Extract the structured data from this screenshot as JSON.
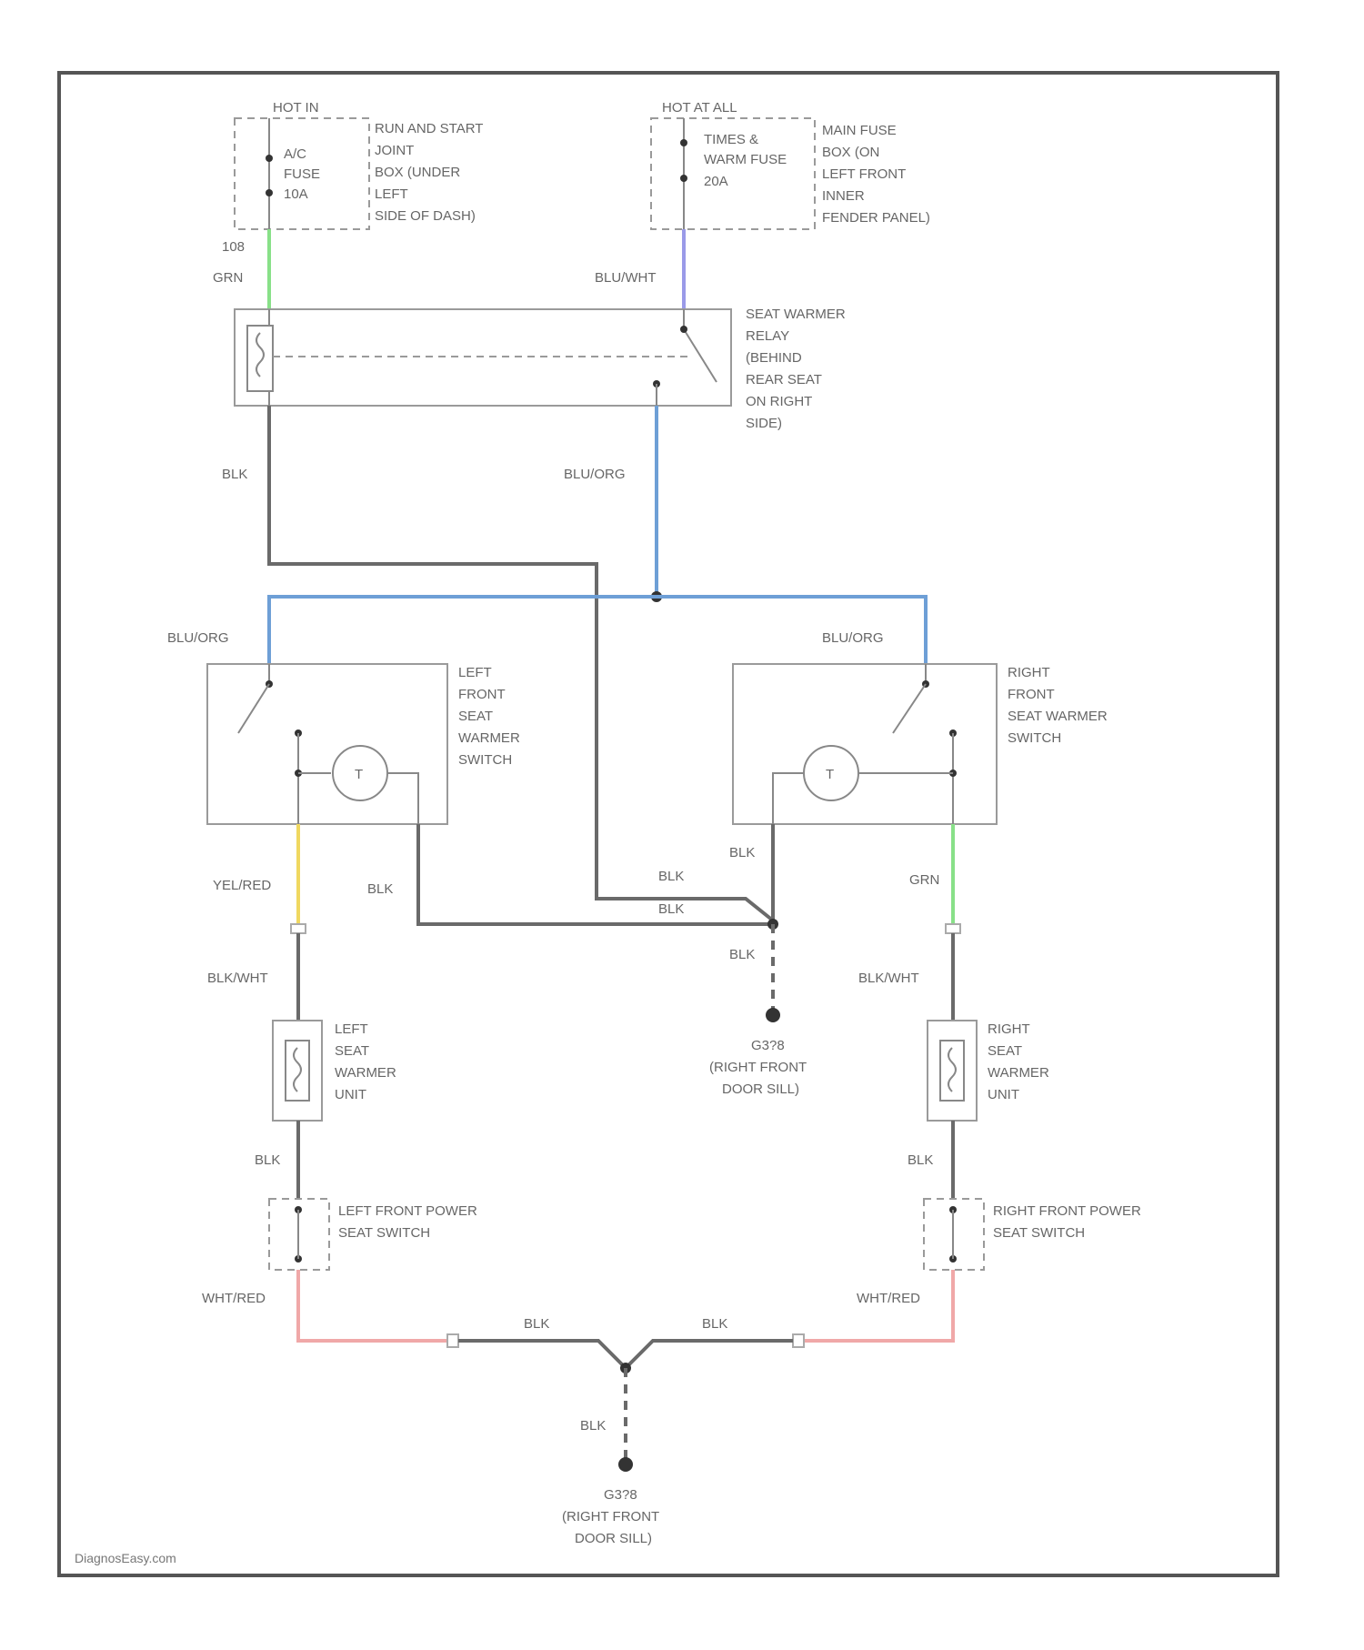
{
  "power_sources": {
    "hot_in": {
      "label": "HOT IN",
      "fuse": [
        "A/C",
        "FUSE",
        "10A"
      ],
      "location": [
        "RUN AND START",
        "JOINT",
        "BOX (UNDER",
        "LEFT",
        "SIDE OF DASH)"
      ],
      "pin": "108"
    },
    "hot_at_all": {
      "label": "HOT AT ALL",
      "fuse": [
        "TIMES &",
        "WARM FUSE",
        "20A"
      ],
      "location": [
        "MAIN FUSE",
        "BOX (ON",
        "LEFT FRONT",
        "INNER",
        "FENDER PANEL)"
      ]
    }
  },
  "relay": {
    "label": [
      "SEAT WARMER",
      "RELAY",
      "(BEHIND",
      "REAR SEAT",
      "ON RIGHT",
      "SIDE)"
    ]
  },
  "switches": {
    "left": [
      "LEFT",
      "FRONT",
      "SEAT",
      "WARMER",
      "SWITCH"
    ],
    "right": [
      "RIGHT",
      "FRONT",
      "SEAT WARMER",
      "SWITCH"
    ]
  },
  "warmer_units": {
    "left": [
      "LEFT",
      "SEAT",
      "WARMER",
      "UNIT"
    ],
    "right": [
      "RIGHT",
      "SEAT",
      "WARMER",
      "UNIT"
    ]
  },
  "power_seat_switches": {
    "left": [
      "LEFT FRONT POWER",
      "SEAT SWITCH"
    ],
    "right": [
      "RIGHT FRONT POWER",
      "SEAT SWITCH"
    ]
  },
  "grounds": {
    "upper": [
      "G3?8",
      "(RIGHT FRONT",
      "DOOR SILL)"
    ],
    "lower": [
      "G3?8",
      "(RIGHT FRONT",
      "DOOR SILL)"
    ]
  },
  "wires": {
    "grn_top": "GRN",
    "blu_wht_top": "BLU/WHT",
    "blk_relay": "BLK",
    "blu_org_relay": "BLU/ORG",
    "blu_org_left": "BLU/ORG",
    "blu_org_right": "BLU/ORG",
    "yel_red": "YEL/RED",
    "blk_left_switch": "BLK",
    "blk_splice_1": "BLK",
    "blk_splice_2": "BLK",
    "blk_right_switch": "BLK",
    "blk_ground": "BLK",
    "grn_right": "GRN",
    "blk_wht_left": "BLK/WHT",
    "blk_wht_right": "BLK/WHT",
    "blk_left_unit": "BLK",
    "blk_right_unit": "BLK",
    "wht_red_left": "WHT/RED",
    "wht_red_right": "WHT/RED",
    "blk_bottom_left": "BLK",
    "blk_bottom_right": "BLK",
    "blk_bottom_ground": "BLK"
  },
  "colors": {
    "blk": "#6a6a6a",
    "blu": "#6e9fd6",
    "grn": "#88e088",
    "blu_wht": "#9a9ae8",
    "yel": "#f0d860",
    "red": "#f0a8a8"
  },
  "credit": "DiagnosEasy.com"
}
